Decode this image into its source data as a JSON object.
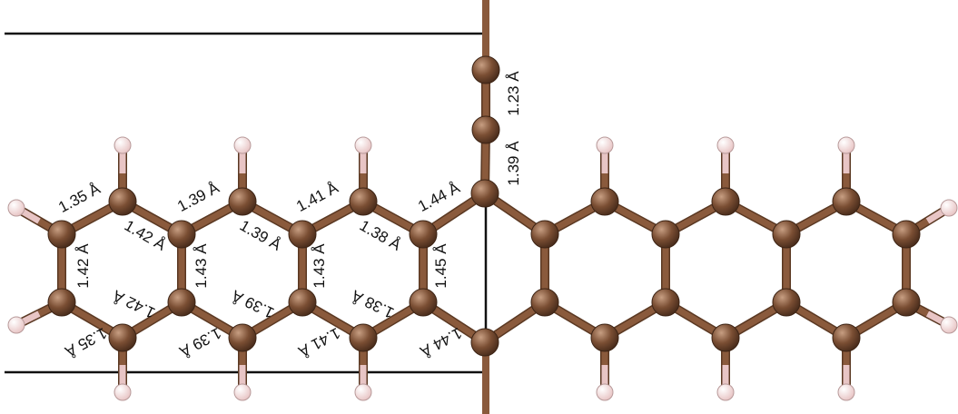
{
  "colors": {
    "carbon": "#7a4e33",
    "carbon_highlight": "#c79e82",
    "hydrogen": "#e8c5c5",
    "hydrogen_highlight": "#ffffff",
    "bond": "#8a5a3c",
    "cell_line": "#111111",
    "label": "#111111"
  },
  "atoms": {
    "carbon_label": "C",
    "hydrogen_label": "H"
  },
  "bond_labels": {
    "l1": "1.35 Å",
    "l2": "1.39 Å",
    "l3": "1.41 Å",
    "l4": "1.44 Å",
    "l5": "1.42 Å",
    "l6": "1.39 Å",
    "l7": "1.38 Å",
    "l8": "1.42 Å",
    "l9": "1.43 Å",
    "l10": "1.43 Å",
    "l11": "1.45 Å",
    "l12": "1.42 Å",
    "l13": "1.39 Å",
    "l14": "1.38 Å",
    "l15": "1.35 Å",
    "l16": "1.39 Å",
    "l17": "1.41 Å",
    "l18": "1.44 Å",
    "l19": "1.23 Å",
    "l20": "1.39 Å"
  }
}
